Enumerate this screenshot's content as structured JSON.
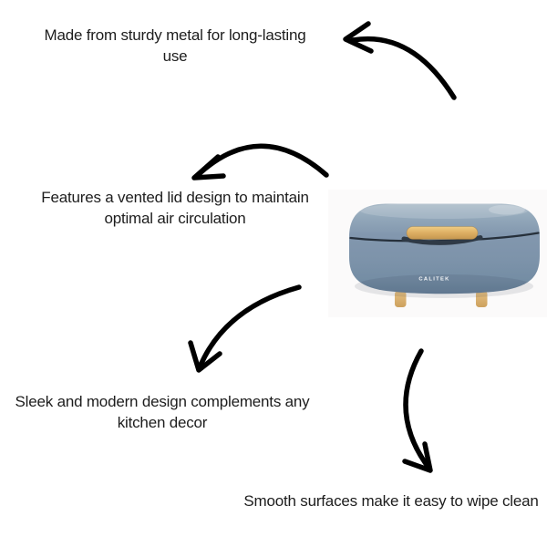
{
  "page": {
    "background": "#ffffff",
    "text_color": "#1d1d1d",
    "arrow_color": "#000000"
  },
  "features": [
    {
      "id": "sturdy-metal",
      "text": "Made from sturdy metal for long-lasting use",
      "lines": [
        "Made from sturdy metal for long-lasting",
        "use"
      ]
    },
    {
      "id": "vented-lid",
      "text": "Features a vented lid design to maintain optimal air circulation",
      "lines": [
        "Features a vented lid design to maintain",
        "optimal air circulation"
      ]
    },
    {
      "id": "sleek-design",
      "text": "Sleek and modern design complements any kitchen decor",
      "lines": [
        "Sleek and modern design complements any",
        "kitchen decor"
      ]
    },
    {
      "id": "easy-clean",
      "text": "Smooth surfaces make it easy to wipe clean",
      "lines": [
        "Smooth surfaces make it easy to wipe clean"
      ]
    }
  ],
  "product": {
    "brand": "CALITEK",
    "body_color": "#8096ad",
    "lid_highlight_color": "#a7b8c6",
    "handle_color": "#ddae63",
    "feet_color": "#d9b26f",
    "seam_color": "#26303b",
    "photo_background": "#fbfafa"
  }
}
